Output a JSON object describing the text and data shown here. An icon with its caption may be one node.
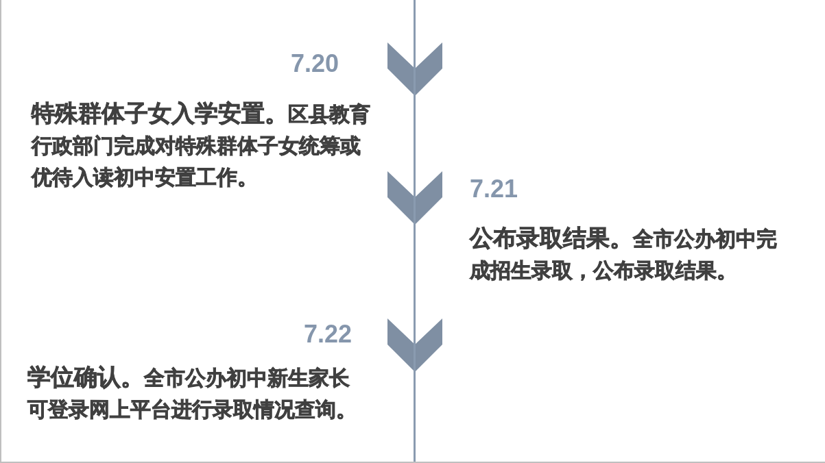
{
  "diagram": {
    "labels": [
      "7.20",
      "**特殊群体子女入学安置。**区县教育行政部门完成对特殊群体子女统筹或优待入读初中安置工作。",
      "7.21",
      "**公布录取结果。**全市公办初中完成招生录取，公布录取结果。",
      "7.22",
      "**学位确认。**全市公办初中新生家长可登录网上平台进行录取情况查询。"
    ]
  }
}
